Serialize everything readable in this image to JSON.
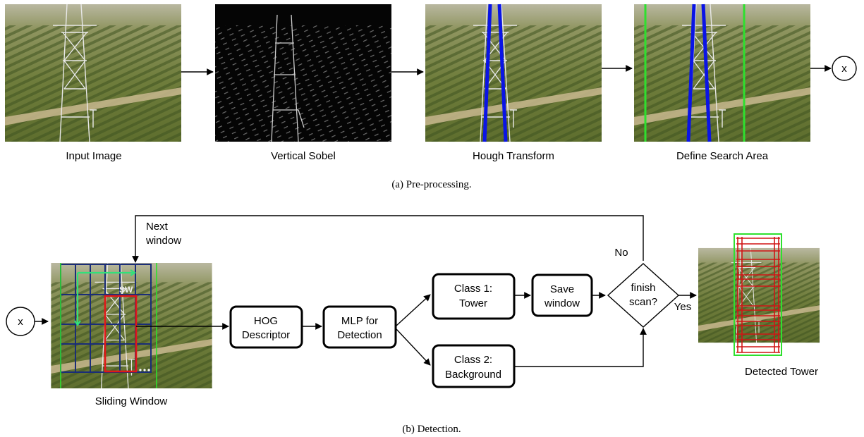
{
  "preprocessing": {
    "labels": {
      "input": "Input Image",
      "sobel": "Vertical Sobel",
      "hough": "Hough Transform",
      "search": "Define Search Area"
    },
    "connector": "x",
    "caption": "(a)  Pre-processing."
  },
  "detection": {
    "connector": "x",
    "sliding_label": "Sliding Window",
    "sw_tag": "SW",
    "next_window": [
      "Next",
      "window"
    ],
    "hog": [
      "HOG",
      "Descriptor"
    ],
    "mlp": [
      "MLP for",
      "Detection"
    ],
    "class1": [
      "Class 1:",
      "Tower"
    ],
    "class2": [
      "Class 2:",
      "Background"
    ],
    "save": [
      "Save",
      "window"
    ],
    "decision": [
      "finish",
      "scan?"
    ],
    "no": "No",
    "yes": "Yes",
    "detected_label": "Detected Tower",
    "caption": "(b)  Detection."
  },
  "colors": {
    "field": "#6b7a3a",
    "hough_line": "#0a14e6",
    "search_line": "#2ee02e",
    "grid": "#1a2d78",
    "window": "#e01818",
    "detected": "#d01414"
  }
}
